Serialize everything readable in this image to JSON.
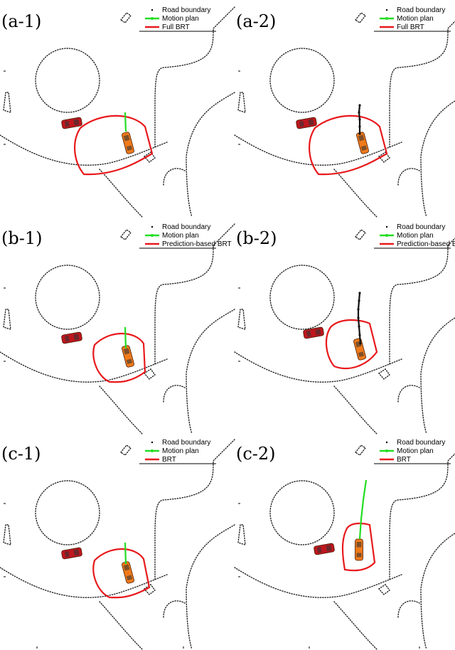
{
  "colors": {
    "brt": "#e8191c",
    "motion_plan": "#22dd22",
    "motion_plan_alt": "#111111",
    "road": "#222222",
    "ego_car": "#f07a1a",
    "other_car": "#c0161e"
  },
  "panels": [
    {
      "label": "(a-1)",
      "legend": [
        "Road boundary",
        "Motion plan",
        "Full BRT"
      ],
      "plan_color": "motion_plan"
    },
    {
      "label": "(a-2)",
      "legend": [
        "Road boundary",
        "Motion plan",
        "Full BRT"
      ],
      "plan_color": "motion_plan_alt"
    },
    {
      "label": "(b-1)",
      "legend": [
        "Road boundary",
        "Motion plan",
        "Prediction-based BRT"
      ],
      "plan_color": "motion_plan"
    },
    {
      "label": "(b-2)",
      "legend": [
        "Road boundary",
        "Motion plan",
        "Prediction-based BRT"
      ],
      "plan_color": "motion_plan_alt"
    },
    {
      "label": "(c-1)",
      "legend": [
        "Road boundary",
        "Motion plan",
        "BRT"
      ],
      "plan_color": "motion_plan"
    },
    {
      "label": "(c-2)",
      "legend": [
        "Road boundary",
        "Motion plan",
        "BRT"
      ],
      "plan_color": "motion_plan"
    }
  ]
}
